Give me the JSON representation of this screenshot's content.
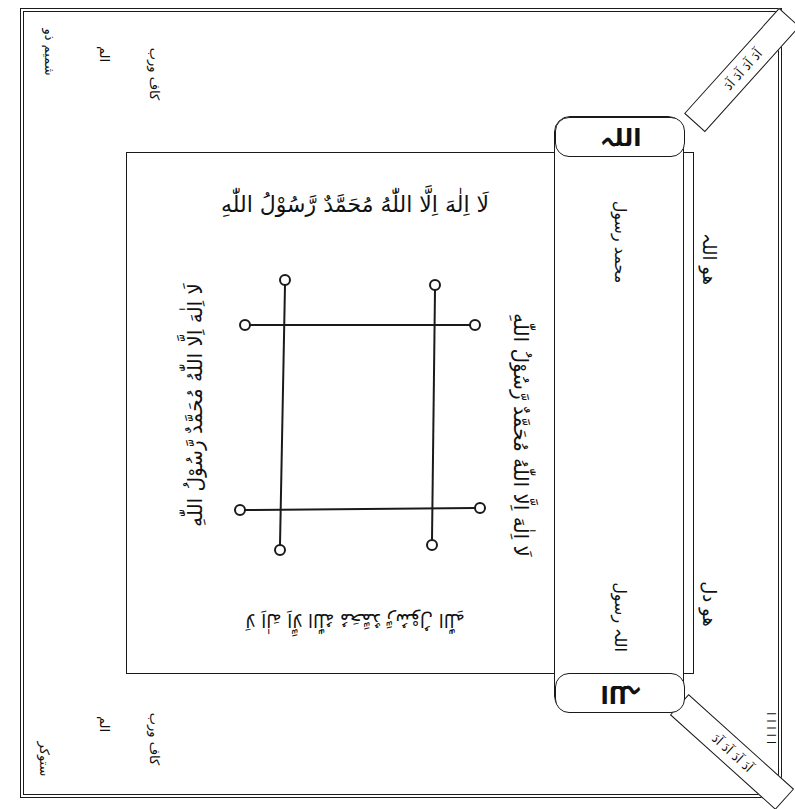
{
  "diagram": {
    "nodes": [
      {
        "text": [
          "شمیم ذو",
          "الم",
          "کاف ورب",
          "ستوکر",
          "الم",
          "کاف ورب",
          "ھو اللہ",
          "ھو دل"
        ]
      },
      {
        "text": [
          "لَا اِلٰهَ اِلَّا اللّٰهُ مُحَمَّدٌ رَّسُوْلُ اللّٰهِ",
          "لَا اِلٰهَ اِلَّا اللّٰهُ مُحَمَّدٌ رَّسُوْلُ اللّٰهِ",
          "لَا اِلٰهَ اِلَّا اللّٰهُ مُحَمَّدٌ رَّسُوْلُ اللّٰهِ",
          "لَا اِلٰهَ اِلَّا اللّٰهُ مُحَمَّدٌ رَّسُوْلُ اللّٰهِ"
        ],
        "in": 0
      },
      {
        "text": [
          "محمد رسول",
          "اللہ رسول"
        ],
        "in": 0
      },
      {
        "text": [
          "اللہ"
        ],
        "in": 2
      },
      {
        "text": [
          "اللہ"
        ],
        "in": 2
      },
      {
        "text": [
          "آدَ آدَ آدَ آدَ"
        ],
        "in": 0
      },
      {
        "text": [
          "آدَ آدَ آدَ آدَ"
        ],
        "in": 0
      }
    ],
    "labels": [
      "ا ا ا ا ا"
    ]
  }
}
